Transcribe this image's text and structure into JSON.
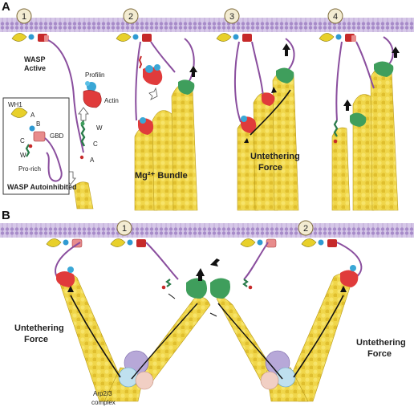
{
  "panel_a": {
    "letter": "A",
    "steps": [
      "1",
      "2",
      "3",
      "4"
    ],
    "wasp_active_line1": "WASP",
    "wasp_active_line2": "Active",
    "profilin": "Profilin",
    "actin": "Actin",
    "domain_labels": {
      "wh1": "WH1",
      "a": "A",
      "b": "B",
      "gbd": "GBD",
      "c": "C",
      "w": "W",
      "pro_rich": "Pro-rich"
    },
    "wasp_autoinhibited": "WASP Autoinhibited",
    "strand_labels": {
      "w": "W",
      "c": "C",
      "a": "A"
    },
    "mg_bundle": "Mg²⁺ Bundle",
    "untethering_line1": "Untethering",
    "untethering_line2": "Force"
  },
  "panel_b": {
    "letter": "B",
    "steps": [
      "1",
      "2"
    ],
    "untethering_left_line1": "Untethering",
    "untethering_left_line2": "Force",
    "untethering_right_line1": "Untethering",
    "untethering_right_line2": "Force",
    "arp_line1": "Arp2/3",
    "arp_line2": "complex"
  },
  "colors": {
    "membrane": "#c9b6df",
    "membrane_dark": "#8e6fb3",
    "filament_yellow": "#f2d94a",
    "wasp_linker": "#8a4e9e",
    "actin_red": "#e03b3b",
    "profilin_blue": "#3aa7d6",
    "tip_green": "#3f9e5c",
    "arp_purple": "#b7a8d8"
  }
}
